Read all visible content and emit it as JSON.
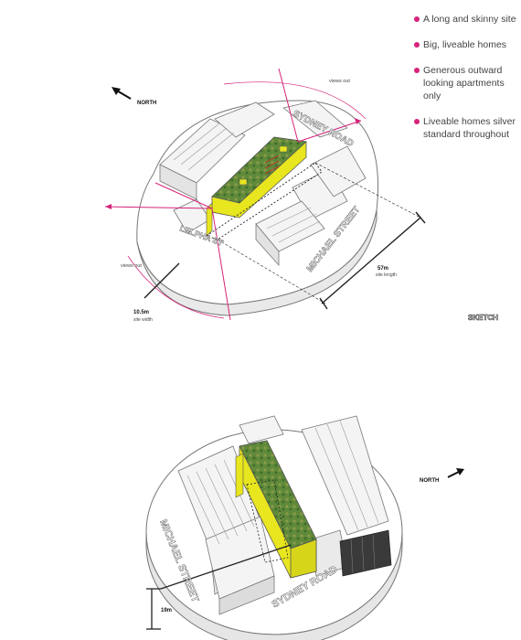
{
  "bullets": [
    "A long and skinny site",
    "Big, liveable homes",
    "Generous outward looking apartments only",
    "Liveable homes silver standard throughout"
  ],
  "top_diagram": {
    "north_label": "NORTH",
    "views_out_top": "views out",
    "views_out_left": "views out",
    "sydney_road": "SYDNEY ROAD",
    "michael_street": "MICHAEL STREET",
    "lelpha_street": "LELPHA ST",
    "site_length_value": "57m",
    "site_length_label": "site length",
    "site_width_value": "10.5m",
    "site_width_label": "site width",
    "logo_text": "SKETCH"
  },
  "bottom_diagram": {
    "north_label": "NORTH",
    "michael_street": "MICHAEL STREET",
    "sydney_road": "SYDNEY ROAD",
    "height_value": "19m"
  },
  "colors": {
    "accent": "#d6237a",
    "building_yellow": "#e8e61e",
    "roof_green": "#5f8a3a",
    "outline": "#555555"
  }
}
